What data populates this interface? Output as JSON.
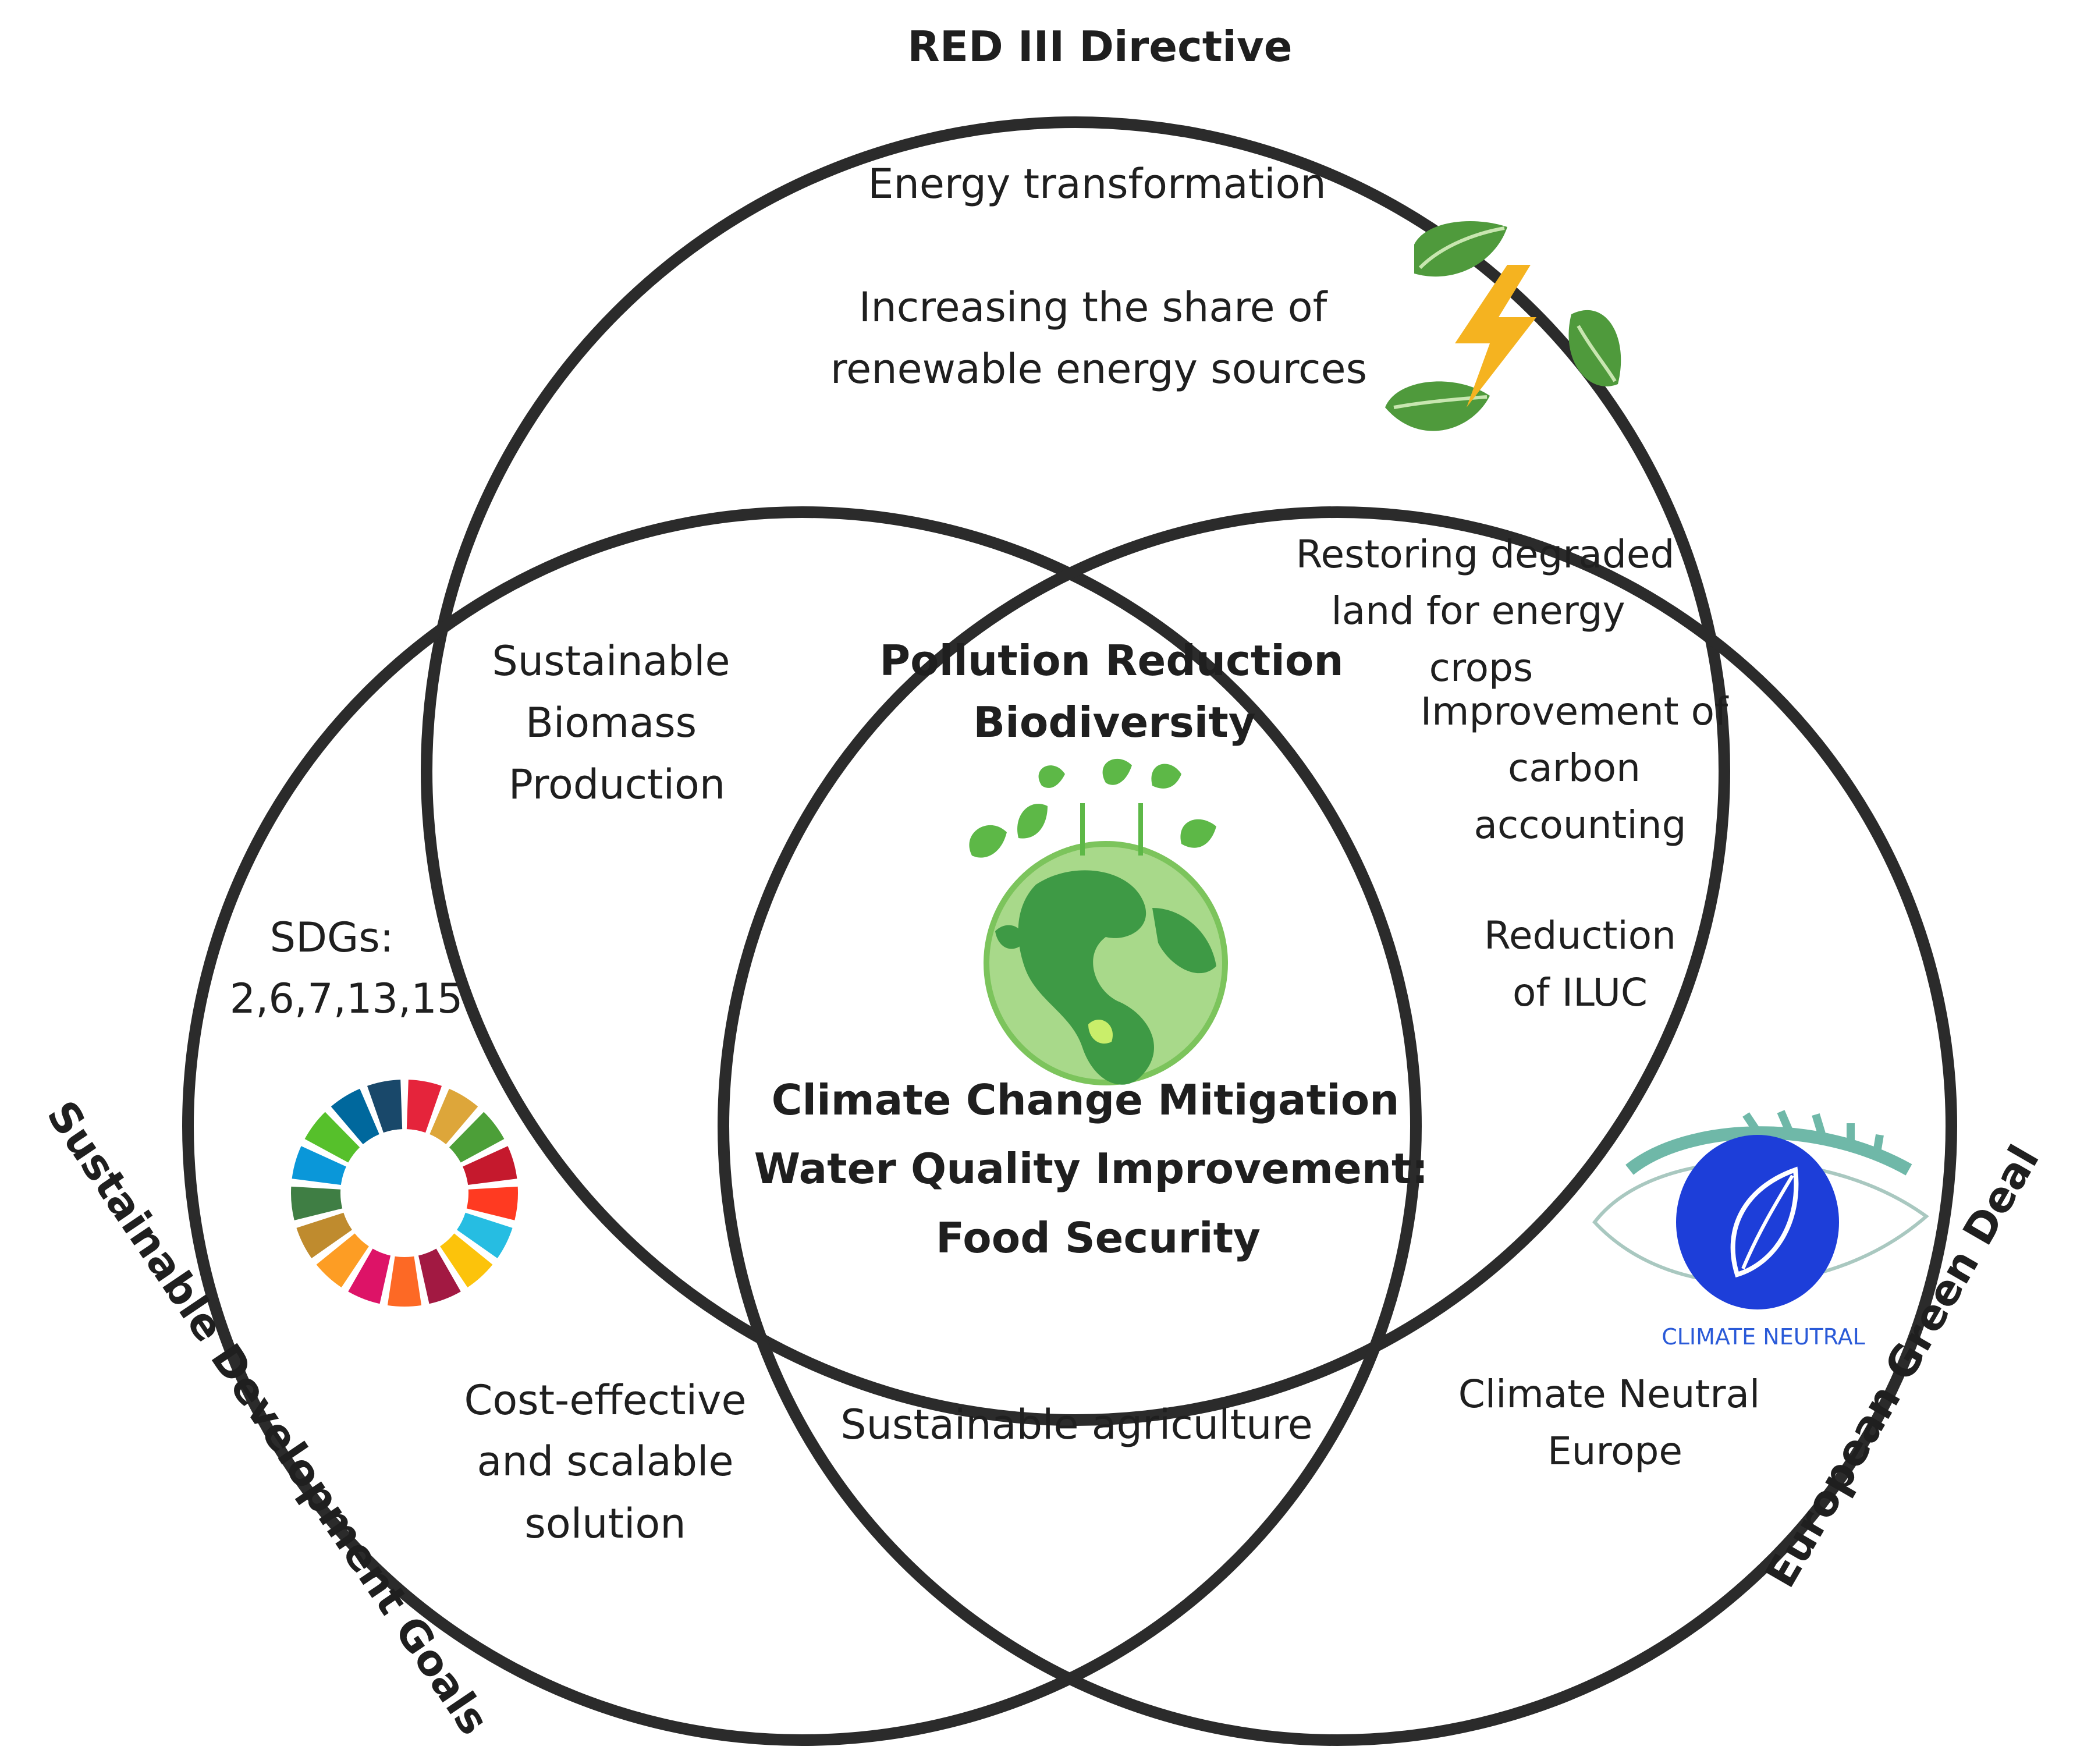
{
  "circles": {
    "red_iii": {
      "title": "RED III Directive",
      "color": "#2b2b2b"
    },
    "sdg": {
      "title": "Sustainable Development Goals",
      "color": "#2b2b2b"
    },
    "green_deal": {
      "title": "European Green Deal",
      "color": "#2b2b2b"
    }
  },
  "regions": {
    "red_only": {
      "line1": "Energy transformation",
      "line2": "Increasing the share of",
      "line3": "renewable energy sources"
    },
    "red_sdg": {
      "line1": "Sustainable",
      "line2": "Biomass",
      "line3": "Production"
    },
    "red_green": {
      "a1": "Restoring degraded",
      "a2": "land for energy",
      "a3": "crops",
      "b1": "Improvement of",
      "b2": "carbon",
      "b3": "accounting",
      "c1": "Reduction",
      "c2": "of ILUC"
    },
    "sdg_only": {
      "line1": "SDGs:",
      "line2": "2,6,7,13,15"
    },
    "sdg_bottom": {
      "line1": "Cost-effective",
      "line2": "and scalable",
      "line3": "solution"
    },
    "sdg_green": {
      "line1": "Sustainable agriculture"
    },
    "green_only": {
      "line1": "Climate Neutral",
      "line2": "Europe"
    },
    "center": {
      "line1": "Pollution Reduction",
      "line2": "Biodiversity",
      "line3": "Climate Change Mitigation",
      "line4": "Water Quality Improvement:",
      "line5": "Food Security"
    }
  },
  "icons": {
    "energy_leaf": "lightning-leaves-icon",
    "globe": "green-globe-icon",
    "sdg_wheel": "sdg-wheel-icon",
    "climate_neutral": "climate-neutral-eye-icon"
  },
  "climate_neutral_logo_text": "CLIMATE NEUTRAL",
  "sdg_wheel_colors": [
    "#e5243b",
    "#dda63a",
    "#4c9f38",
    "#c5192d",
    "#ff3a21",
    "#26bde2",
    "#fcc30b",
    "#a21942",
    "#fd6925",
    "#dd1367",
    "#fd9d24",
    "#bf8b2e",
    "#3f7e44",
    "#0a97d9",
    "#56c02b",
    "#00689d",
    "#19486a"
  ]
}
